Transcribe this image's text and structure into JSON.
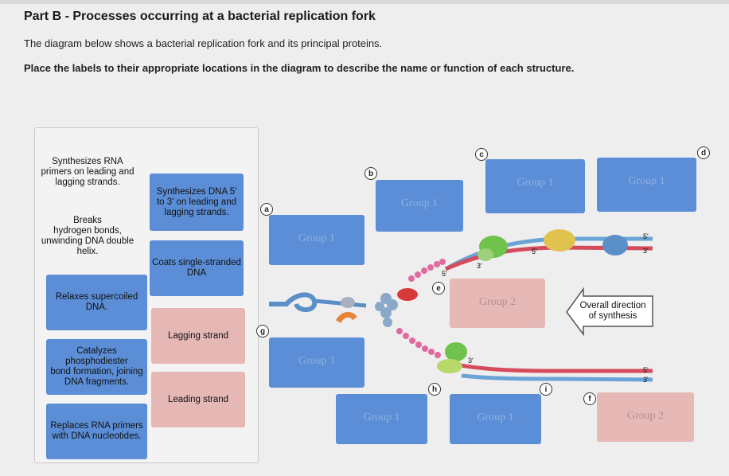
{
  "header": {
    "title": "Part B - Processes occurring at a bacterial replication fork",
    "description": "The diagram below shows a bacterial replication fork and its principal proteins.",
    "instructions": "Place the labels to their appropriate locations in the diagram to describe the name or function of each structure."
  },
  "label_bank": {
    "items": [
      {
        "text": "Synthesizes RNA\nprimers on leading and\nlagging strands.",
        "color": "blue"
      },
      {
        "text": "Synthesizes DNA 5'\nto 3' on leading and\nlagging strands.",
        "color": "blue"
      },
      {
        "text": "Breaks\nhydrogen bonds,\nunwinding DNA double\nhelix.",
        "color": "blue"
      },
      {
        "text": "Coats single-stranded\nDNA",
        "color": "blue"
      },
      {
        "text": "Relaxes supercoiled\nDNA.",
        "color": "blue"
      },
      {
        "text": "Lagging strand",
        "color": "pink"
      },
      {
        "text": "Catalyzes\nphosphodiester\nbond formation, joining\nDNA fragments.",
        "color": "blue"
      },
      {
        "text": "Leading strand",
        "color": "pink"
      },
      {
        "text": "Replaces RNA primers\nwith DNA nucleotides.",
        "color": "blue"
      }
    ]
  },
  "targets": [
    {
      "group": "Group 1",
      "color": "blue"
    },
    {
      "group": "Group 1",
      "color": "blue"
    },
    {
      "group": "Group 1",
      "color": "blue"
    },
    {
      "group": "Group 1",
      "color": "blue"
    },
    {
      "group": "Group 2",
      "color": "pink"
    },
    {
      "group": "Group 1",
      "color": "blue"
    },
    {
      "group": "Group 1",
      "color": "blue"
    },
    {
      "group": "Group 1",
      "color": "blue"
    },
    {
      "group": "Group 2",
      "color": "pink"
    }
  ],
  "badges": [
    "a",
    "b",
    "c",
    "d",
    "e",
    "f",
    "g",
    "h",
    "i"
  ],
  "strand_ends": {
    "five_prime": "5'",
    "three_prime": "3'"
  },
  "direction": {
    "text": "Overall direction\nof synthesis"
  },
  "colors": {
    "label_blue": "#5b8ed6",
    "label_pink": "#e5b8b6",
    "background": "#eeeeee"
  }
}
